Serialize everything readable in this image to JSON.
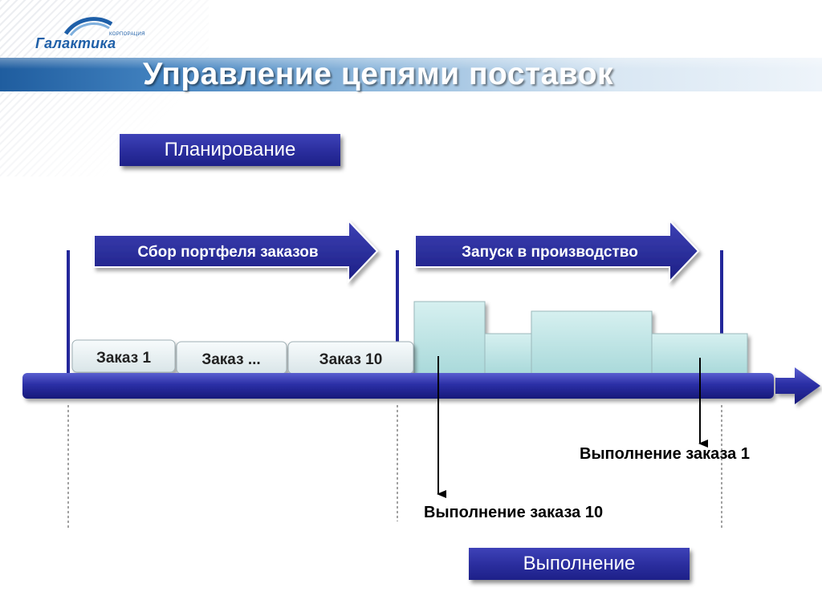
{
  "header": {
    "title": "Управление цепями поставок",
    "logo_text": "Галактика",
    "logo_small": "КОРПОРАЦИЯ"
  },
  "diagram": {
    "top_label": "Планирование",
    "bottom_label": "Выполнение",
    "phase_arrows": [
      "Сбор портфеля заказов",
      "Запуск в производство"
    ],
    "orders": [
      "Заказ 1",
      "Заказ ...",
      "Заказ 10"
    ],
    "fulfillment_labels": [
      "Выполнение заказа 1",
      "Выполнение заказа 10"
    ]
  },
  "colors": {
    "navy": "#23279a",
    "teal_block": "#bfe6e6",
    "order_box": "#e8eff1"
  }
}
